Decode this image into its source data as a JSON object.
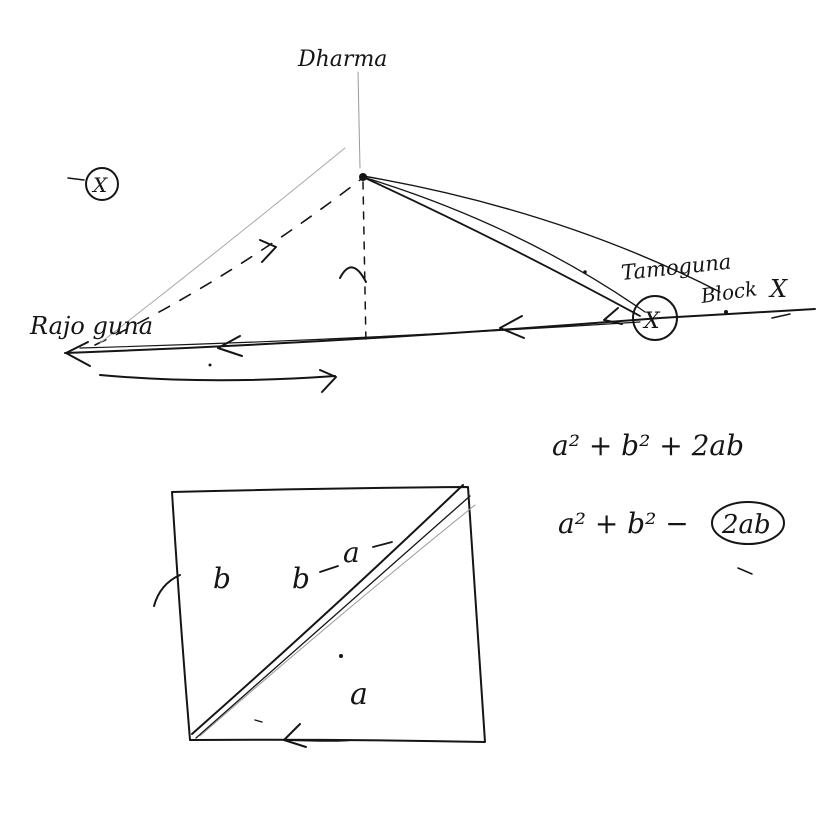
{
  "colors": {
    "ink": "#151515",
    "faint_ink": "#8c8c8c",
    "paper": "#ffffff"
  },
  "labels": {
    "dharma": "Dharma",
    "rajoguna": "Rajo guna",
    "tamoguna": "Tamoguna",
    "block": "Block",
    "x_circled": "X",
    "x_circled_right": "X",
    "x_mark": "X"
  },
  "equations": {
    "line1": "a² + b² + 2ab",
    "line2_start": "a² + b² −",
    "line2_circled": "2ab"
  },
  "square_labels": {
    "b_left": "b",
    "b_middle": "b",
    "a_top": "a",
    "a_bottom": "a"
  }
}
